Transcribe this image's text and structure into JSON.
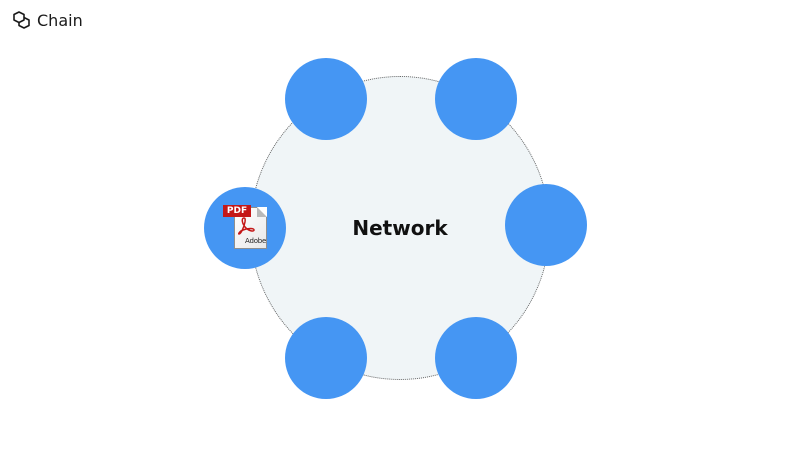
{
  "brand": {
    "name": "Chain",
    "logo_icon": "chain-logo-icon"
  },
  "diagram": {
    "center_label": "Network",
    "colors": {
      "node": "#4596f3",
      "network_fill": "#f0f5f7",
      "network_border": "#666666"
    },
    "nodes": [
      {
        "id": "node-top-left"
      },
      {
        "id": "node-top-right"
      },
      {
        "id": "node-right"
      },
      {
        "id": "node-bottom-right"
      },
      {
        "id": "node-bottom-left"
      },
      {
        "id": "node-left",
        "icon": "pdf-file-icon",
        "icon_banner": "PDF",
        "icon_caption": "Adobe"
      }
    ]
  }
}
